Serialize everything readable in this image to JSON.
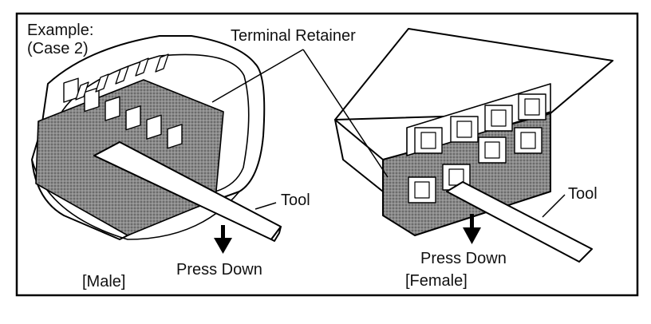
{
  "labels": {
    "example": "Example:",
    "case": "(Case 2)",
    "terminal_retainer": "Terminal Retainer",
    "tool_left": "Tool",
    "tool_right": "Tool",
    "press_down_left": "Press Down",
    "press_down_right": "Press Down",
    "male": "[Male]",
    "female": "[Female]"
  }
}
